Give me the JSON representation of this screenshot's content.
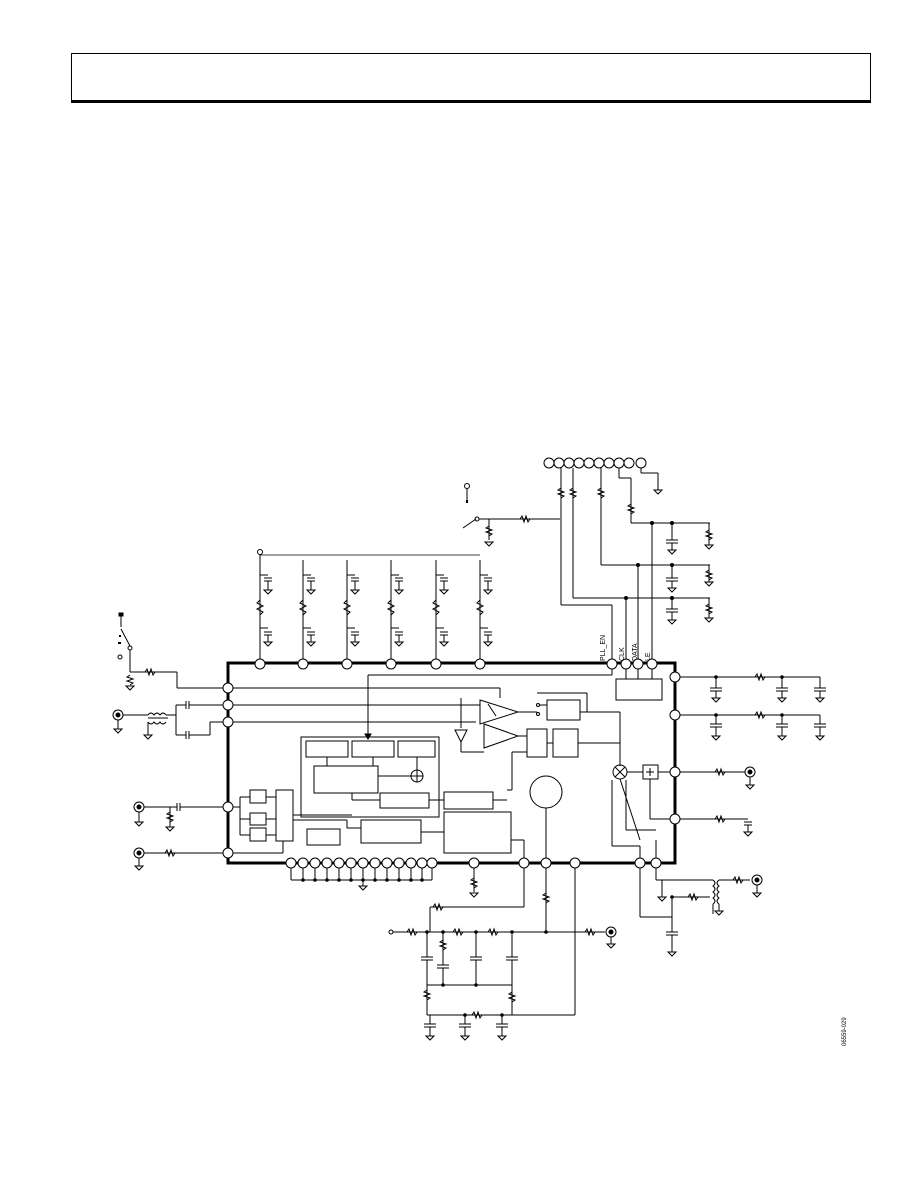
{
  "header": {
    "title": ""
  },
  "schematic": {
    "pin_labels": {
      "pll_en": "PLL_EN",
      "clk": "CLK",
      "data": "DATA",
      "le": "LE"
    },
    "figure_id": "06559-029"
  }
}
